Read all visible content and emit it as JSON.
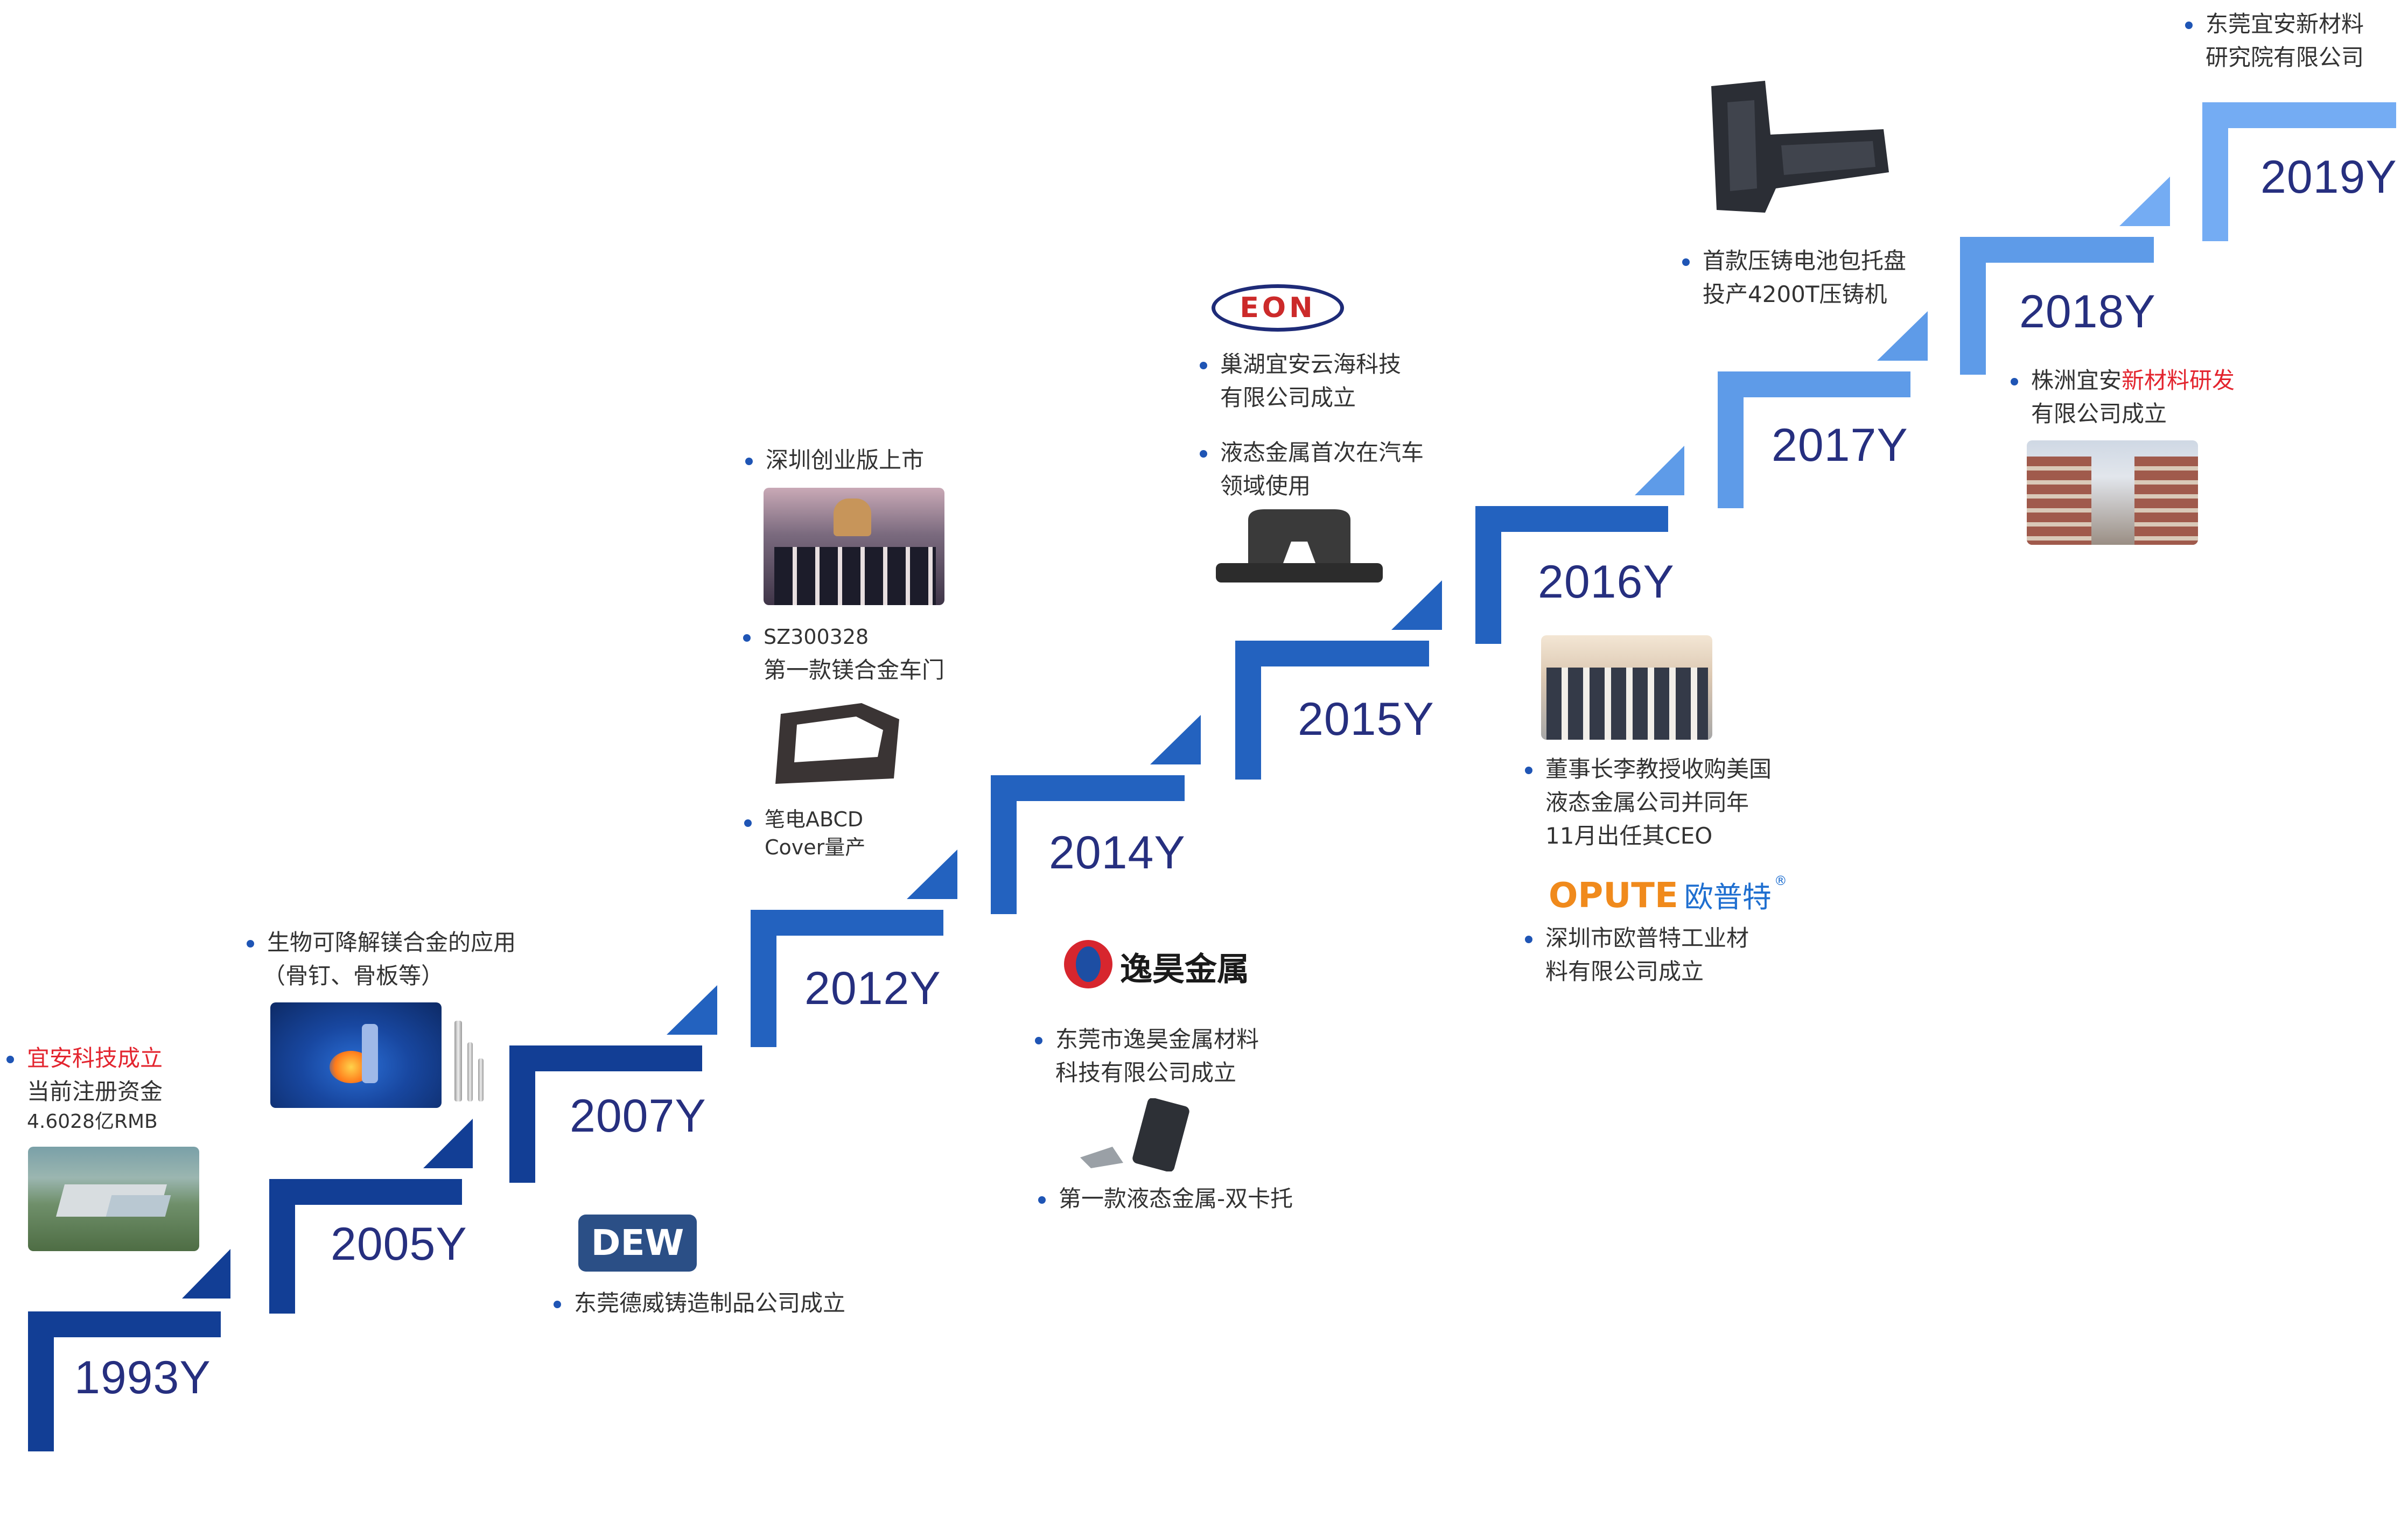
{
  "timeline": {
    "colors": {
      "dark": "#123e95",
      "mid": "#2362bf",
      "light": "#5e9be8",
      "lightest": "#74acf3",
      "text": "#262f7f",
      "bullet": "#1f55b5",
      "highlight": "#e3252f"
    },
    "years": [
      {
        "label": "1993Y"
      },
      {
        "label": "2005Y"
      },
      {
        "label": "2007Y"
      },
      {
        "label": "2012Y"
      },
      {
        "label": "2014Y"
      },
      {
        "label": "2015Y"
      },
      {
        "label": "2016Y"
      },
      {
        "label": "2017Y"
      },
      {
        "label": "2018Y"
      },
      {
        "label": "2019Y"
      }
    ]
  },
  "events": {
    "y1993": {
      "red": "宜安科技成立",
      "line2": "当前注册资金",
      "line3": "4.6028亿RMB"
    },
    "y2005": {
      "line1": "生物可降解镁合金的应用",
      "line2": "（骨钉、骨板等）"
    },
    "y2007": {
      "logo": "DEW",
      "line1": "东莞德威铸造制品公司成立"
    },
    "y2012": {
      "item1": "深圳创业版上市",
      "item2_line1": "SZ300328",
      "item2_line2": "第一款镁合金车门",
      "item3_line1": "笔电ABCD",
      "item3_line2": "Cover量产"
    },
    "y2014": {
      "logo": "逸昊金属",
      "item1_line1": "东莞市逸昊金属材料",
      "item1_line2": "科技有限公司成立",
      "item2": "第一款液态金属-双卡托"
    },
    "y2015": {
      "logo": "EON",
      "item1_line1": "巢湖宜安云海科技",
      "item1_line2": "有限公司成立",
      "item2_line1": "液态金属首次在汽车",
      "item2_line2": "领域使用"
    },
    "y2016": {
      "item1_line1": "董事长李教授收购美国",
      "item1_line2": "液态金属公司并同年",
      "item1_line3": "11月出任其CEO",
      "logo_en": "OPUTE",
      "logo_cn": "欧普特",
      "logo_mark": "®",
      "item2_line1": "深圳市欧普特工业材",
      "item2_line2": "料有限公司成立"
    },
    "y2017": {
      "line1": "首款压铸电池包托盘",
      "line2": "投产4200T压铸机"
    },
    "y2018": {
      "line1_a": "株洲宜安",
      "line1_b": "新材料研发",
      "line2": "有限公司成立"
    },
    "y2019": {
      "line1": "东莞宜安新材料",
      "line2": "研究院有限公司"
    }
  },
  "icons": {
    "photos": [
      "factory-photo",
      "pelvis-xray-image",
      "bone-screw-image",
      "bell-ringing-photo",
      "car-door-image",
      "card-tray-image",
      "latch-part-image",
      "group-photo",
      "battery-tray-image",
      "building-photo"
    ]
  }
}
